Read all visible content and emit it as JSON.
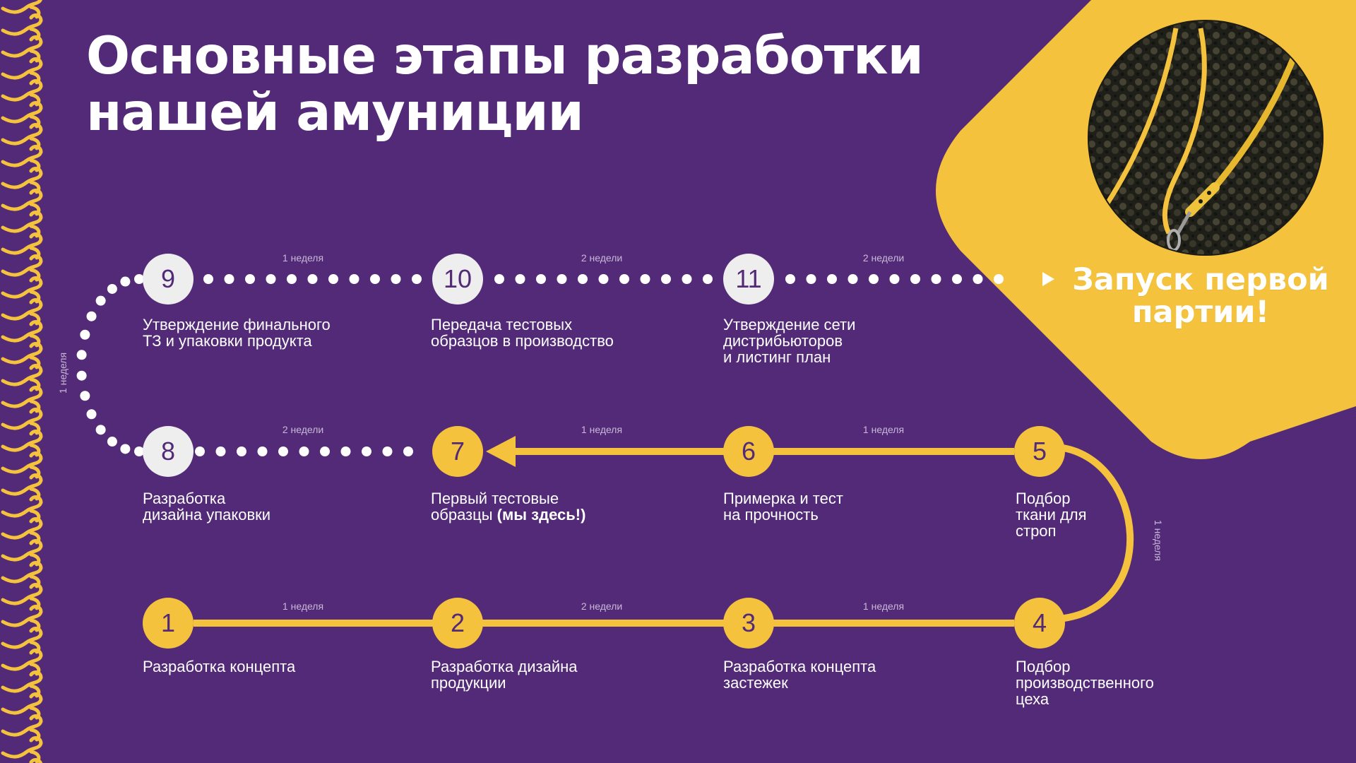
{
  "title": {
    "line1": "Основные этапы разработки",
    "line2": "нашей амуниции"
  },
  "colors": {
    "background": "#532a77",
    "accent": "#f4c23d",
    "done_node": "#eeeeee",
    "text": "#ffffff"
  },
  "decoration": {
    "left_border": "bone-pattern-icon",
    "photo": "yellow-leash-photo"
  },
  "launch": {
    "line1": "Запуск первой",
    "line2": "партии!"
  },
  "steps": [
    {
      "number": "1",
      "label": "Разработка концепта"
    },
    {
      "number": "2",
      "label": "Разработка дизайна\nпродукции"
    },
    {
      "number": "3",
      "label": "Разработка концепта\nзастежек"
    },
    {
      "number": "4",
      "label": "Подбор\nпроизводственного\nцеха"
    },
    {
      "number": "5",
      "label": "Подбор\nткани для\nстроп"
    },
    {
      "number": "6",
      "label": "Примерка и тест\nна прочность"
    },
    {
      "number": "7",
      "label_part1": "Первый тестовые\nобразцы ",
      "label_part2": "(мы здесь!)"
    },
    {
      "number": "8",
      "label": "Разработка\nдизайна упаковки"
    },
    {
      "number": "9",
      "label": "Утверждение финального\nТЗ и упаковки продукта"
    },
    {
      "number": "10",
      "label": "Передача тестовых\nобразцов в производство"
    },
    {
      "number": "11",
      "label": "Утверждение сети\nдистрибьюторов\nи листинг план"
    }
  ],
  "durations": [
    {
      "between": "1-2",
      "text": "1 неделя"
    },
    {
      "between": "2-3",
      "text": "2 недели"
    },
    {
      "between": "3-4",
      "text": "1 неделя"
    },
    {
      "between": "4-5",
      "text": "1 неделя"
    },
    {
      "between": "5-6",
      "text": "1 неделя"
    },
    {
      "between": "6-7",
      "text": "1 неделя"
    },
    {
      "between": "7-8",
      "text": "2 недели"
    },
    {
      "between": "8-9",
      "text": "1 неделя"
    },
    {
      "between": "9-10",
      "text": "1 неделя"
    },
    {
      "between": "10-11",
      "text": "2 недели"
    },
    {
      "between": "11-launch",
      "text": "2 недели"
    }
  ]
}
